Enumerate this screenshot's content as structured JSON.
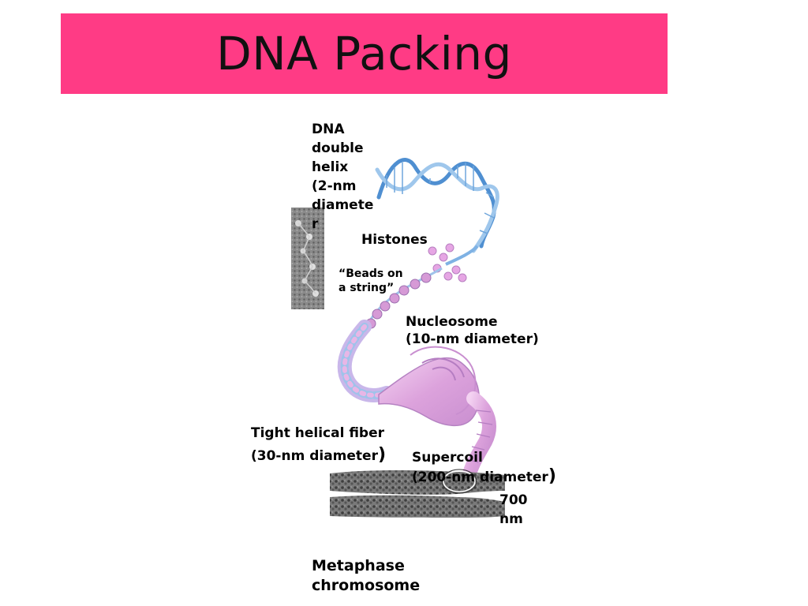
{
  "title": "DNA Packing",
  "colors": {
    "title_bar": "#ff3b85",
    "dna_strand": "#4f8fd1",
    "dna_strand_light": "#9fc7ec",
    "histone": "#e6a6e4",
    "fiber_pink": "#e8b6e6",
    "fiber_blue": "#9fc3ea",
    "micrograph": "#6a6a6a",
    "chromosome": "#5a5a5a"
  },
  "labels": {
    "dna_helix": [
      "DNA",
      "double",
      "helix",
      "(2-nm",
      "diamete",
      "r"
    ],
    "histones": "Histones",
    "beads": [
      "“Beads on",
      "a string”"
    ],
    "nucleosome": [
      "Nucleosome",
      "(10-nm diameter)"
    ],
    "tight_fiber": [
      "Tight helical fiber",
      "(30-nm diameter",
      ")"
    ],
    "supercoil": [
      "Supercoil",
      "(200-nm diameter",
      ")"
    ],
    "scale": [
      "700",
      "nm"
    ],
    "metaphase": [
      "Metaphase",
      "chromosome"
    ]
  }
}
